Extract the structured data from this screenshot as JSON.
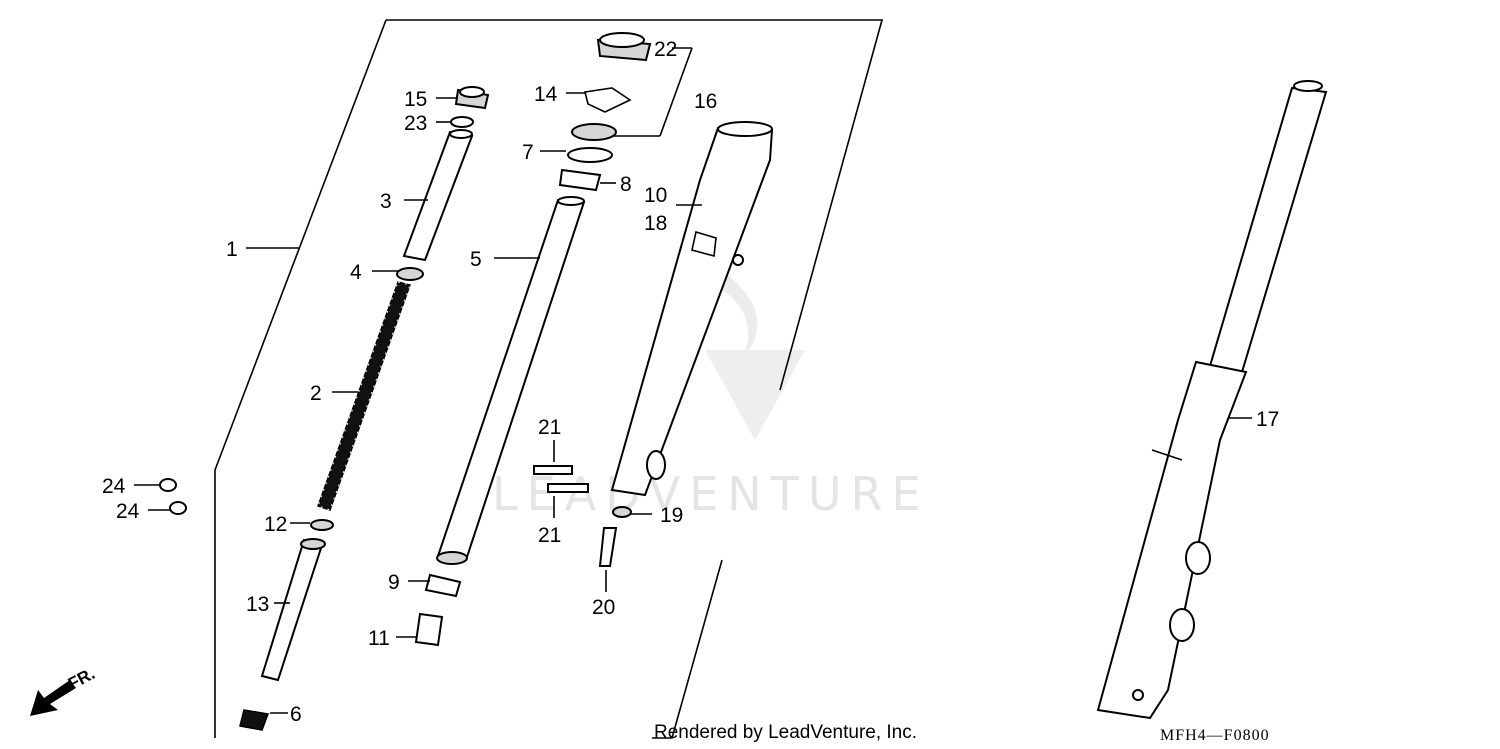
{
  "diagram": {
    "callouts": {
      "c1": "1",
      "c2": "2",
      "c3": "3",
      "c4": "4",
      "c5": "5",
      "c6": "6",
      "c7": "7",
      "c8": "8",
      "c9": "9",
      "c10": "10",
      "c11": "11",
      "c12": "12",
      "c13": "13",
      "c14": "14",
      "c15": "15",
      "c16": "16",
      "c17": "17",
      "c18": "18",
      "c19": "19",
      "c20": "20",
      "c21a": "21",
      "c21b": "21",
      "c22": "22",
      "c23": "23",
      "c24a": "24",
      "c24b": "24"
    },
    "direction_label": "FR.",
    "watermark": "LEADVENTURE",
    "credit": "Rendered by LeadVenture, Inc.",
    "diagram_code": "MFH4—F0800"
  }
}
